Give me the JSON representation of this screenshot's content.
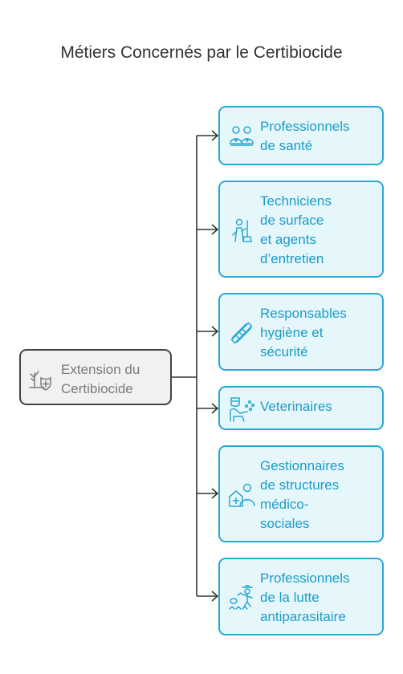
{
  "title": "Métiers Concernés par le Certibiocide",
  "source": {
    "lines": [
      "Extension du",
      "Certibiocide"
    ],
    "icon": "plant-shield-icon"
  },
  "nodes": [
    {
      "lines": [
        "Professionnels",
        "de santé"
      ],
      "icon": "healthcare-team-icon"
    },
    {
      "lines": [
        "Techniciens",
        "de surface",
        "et agents",
        "d’entretien"
      ],
      "icon": "cleaner-broom-icon"
    },
    {
      "lines": [
        "Responsables",
        "hygiène et",
        "sécurité"
      ],
      "icon": "safety-stripes-icon"
    },
    {
      "lines": [
        "Veterinaires"
      ],
      "icon": "veterinarian-icon"
    },
    {
      "lines": [
        "Gestionnaires",
        "de structures",
        "médico-",
        "sociales"
      ],
      "icon": "medical-home-icon"
    },
    {
      "lines": [
        "Professionnels",
        "de la lutte",
        "antiparasitaire"
      ],
      "icon": "pest-control-icon"
    }
  ],
  "colors": {
    "accent": "#2aa8d4",
    "accent_fill": "#e6f7fb",
    "source_border": "#444444",
    "source_fill": "#f1f1f1",
    "line": "#333333"
  }
}
